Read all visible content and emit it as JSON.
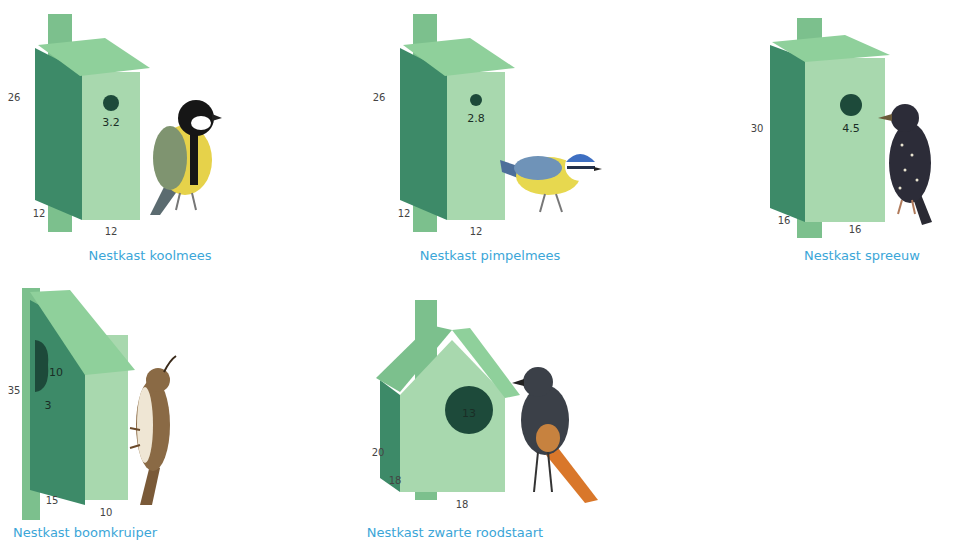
{
  "diagram": {
    "nodes": [
      {
        "text": [
          "3.2"
        ]
      },
      {
        "text": [
          "2.8"
        ]
      },
      {
        "text": [
          "4.5"
        ]
      },
      {
        "text": [
          "10",
          "3"
        ]
      },
      {
        "text": [
          "13"
        ]
      }
    ],
    "labels": [
      "26",
      "12",
      "12",
      "Nestkast koolmees",
      "26",
      "12",
      "12",
      "Nestkast pimpelmees",
      "30",
      "16",
      "16",
      "Nestkast spreeuw",
      "35",
      "15",
      "10",
      "Nestkast boomkruiper",
      "20",
      "18",
      "18",
      "Nestkast zwarte roodstaart"
    ]
  }
}
